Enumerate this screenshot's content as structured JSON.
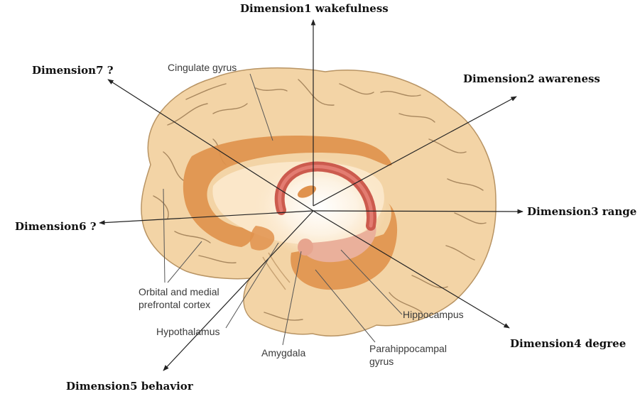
{
  "dimensions": {
    "d1": "Dimension1 wakefulness",
    "d2": "Dimension2 awareness",
    "d3": "Dimension3 range",
    "d4": "Dimension4 degree",
    "d5": "Dimension5 behavior",
    "d6": "Dimension6 ?",
    "d7": "Dimension7 ?"
  },
  "structures": {
    "cingulate": "Cingulate gyrus",
    "orbital_line1": "Orbital and medial",
    "orbital_line2": "prefrontal cortex",
    "hypothalamus": "Hypothalamus",
    "amygdala": "Amygdala",
    "parahippocampal_line1": "Parahippocampal",
    "parahippocampal_line2": "gyrus",
    "hippocampus": "Hippocampus"
  },
  "colors": {
    "cortex": "#f3d4a6",
    "sulcus": "#a8875e",
    "limbic_orange": "#e0924d",
    "thalamic_light": "#fdf2e2",
    "fornix_red": "#cc5b4e",
    "hippocampus_pink": "#eab09b",
    "arrow": "#222222"
  }
}
